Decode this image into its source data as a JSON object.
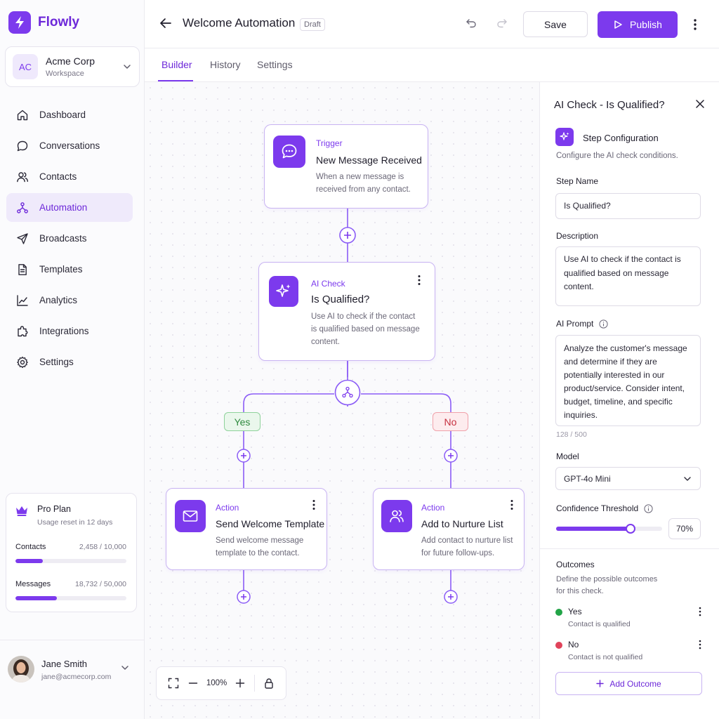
{
  "app": {
    "name": "Flowly",
    "accent": "#7c3aed"
  },
  "workspace": {
    "initials": "AC",
    "name": "Acme Corp",
    "label": "Workspace"
  },
  "sidebar": {
    "items": [
      {
        "label": "Dashboard",
        "icon": "home-icon"
      },
      {
        "label": "Conversations",
        "icon": "chat-icon"
      },
      {
        "label": "Contacts",
        "icon": "users-icon"
      },
      {
        "label": "Automation",
        "icon": "flow-icon",
        "active": true
      },
      {
        "label": "Broadcasts",
        "icon": "send-icon"
      },
      {
        "label": "Templates",
        "icon": "document-icon"
      },
      {
        "label": "Analytics",
        "icon": "chart-icon"
      },
      {
        "label": "Integrations",
        "icon": "puzzle-icon"
      },
      {
        "label": "Settings",
        "icon": "gear-icon"
      }
    ]
  },
  "plan": {
    "name": "Pro Plan",
    "reset": "Usage reset in 12 days",
    "contacts": {
      "label": "Contacts",
      "value": "2,458 / 10,000",
      "fraction": 0.2458
    },
    "messages": {
      "label": "Messages",
      "value": "18,732 / 50,000",
      "fraction": 0.37464
    }
  },
  "user": {
    "name": "Jane Smith",
    "email": "jane@acmecorp.com"
  },
  "header": {
    "title": "Welcome Automation",
    "status": "Draft",
    "save_label": "Save",
    "publish_label": "Publish"
  },
  "tabs": [
    {
      "label": "Builder",
      "active": true
    },
    {
      "label": "History"
    },
    {
      "label": "Settings"
    }
  ],
  "flow": {
    "trigger": {
      "type": "Trigger",
      "title": "New Message Received",
      "desc1": "When a new message is",
      "desc2": "received from any contact."
    },
    "ai_check": {
      "type": "AI Check",
      "title": "Is Qualified?",
      "desc1": "Use AI to check if the contact",
      "desc2": "is qualified based on message",
      "desc3": "content."
    },
    "branch_yes": "Yes",
    "branch_no": "No",
    "action_yes": {
      "type": "Action",
      "title": "Send Welcome Template",
      "desc1": "Send welcome message",
      "desc2": "template to the contact."
    },
    "action_no": {
      "type": "Action",
      "title": "Add to Nurture List",
      "desc1": "Add contact to nurture list",
      "desc2": "for future follow-ups."
    }
  },
  "zoom": {
    "level": "100%"
  },
  "panel": {
    "title": "AI Check - Is Qualified?",
    "config_title": "Step Configuration",
    "config_sub": "Configure the AI check conditions.",
    "step_name_label": "Step Name",
    "step_name_value": "Is Qualified?",
    "description_label": "Description",
    "description_lines": [
      "Use AI to check if the contact is",
      "qualified based on message",
      "content."
    ],
    "prompt_label": "AI Prompt",
    "prompt_lines": [
      "Analyze the customer's message",
      "and determine if they are",
      "potentially interested in our",
      "product/service. Consider intent,",
      "budget, timeline, and specific",
      "inquiries."
    ],
    "prompt_count": "128 / 500",
    "model_label": "Model",
    "model_value": "GPT-4o Mini",
    "threshold_label": "Confidence Threshold",
    "threshold_value": "70%",
    "threshold_fraction": 0.7,
    "outcomes_title": "Outcomes",
    "outcomes_sub": "Define the possible outcomes for this check.",
    "outcomes": [
      {
        "name": "Yes",
        "desc": "Contact is qualified",
        "color": "#22a447"
      },
      {
        "name": "No",
        "desc": "Contact is not qualified",
        "color": "#e0435a"
      }
    ],
    "add_outcome_label": "Add Outcome"
  }
}
